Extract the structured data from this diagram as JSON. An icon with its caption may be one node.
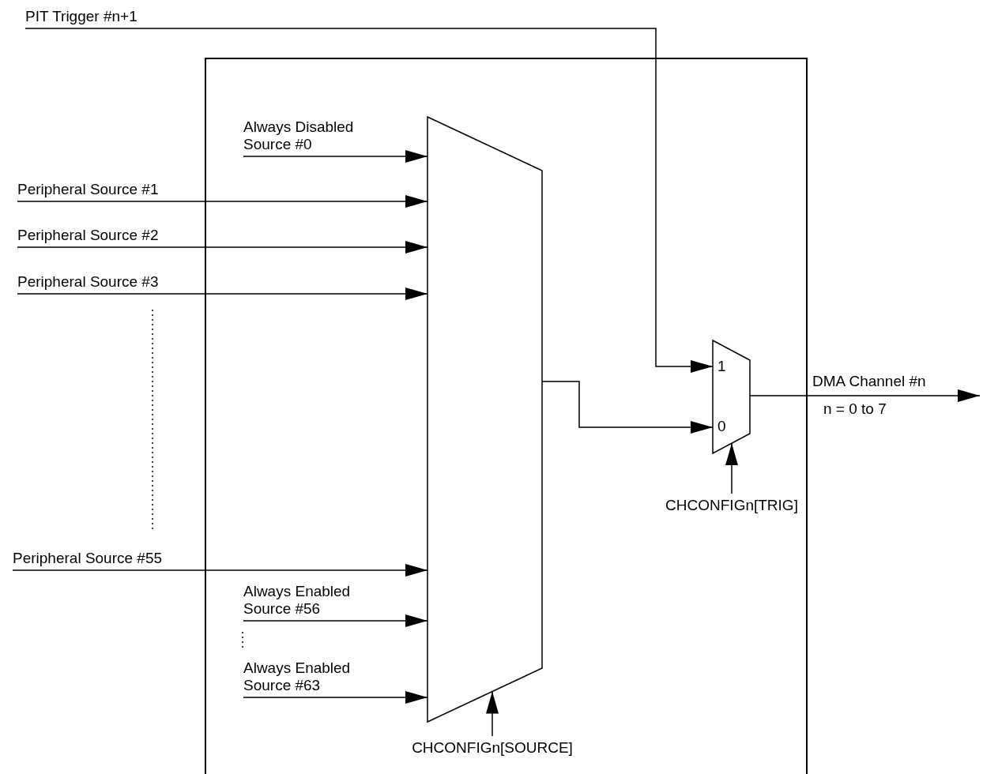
{
  "diagram": {
    "nodes": [
      {
        "text": [
          "PIT Trigger #n+1"
        ]
      },
      {
        "text": [],
        "shape": "box"
      },
      {
        "text": [],
        "shape": "trapezoid",
        "in": 1
      },
      {
        "text": [
          "Always Disabled Source #0"
        ],
        "in": 1
      },
      {
        "text": [
          "Peripheral Source #1"
        ]
      },
      {
        "text": [
          "Peripheral Source #2"
        ]
      },
      {
        "text": [
          "Peripheral Source #3"
        ]
      },
      {
        "text": [
          "Peripheral Source #55"
        ]
      },
      {
        "text": [
          "Always Enabled Source #56"
        ],
        "in": 1
      },
      {
        "text": [
          "Always Enabled Source #63"
        ],
        "in": 1
      },
      {
        "text": [
          "1",
          "0"
        ],
        "in": 1
      },
      {
        "text": [
          "CHCONFIGn[TRIG]"
        ],
        "in": 1
      },
      {
        "text": [
          "CHCONFIGn[SOURCE]"
        ],
        "in": 1
      }
    ],
    "edges": [
      {
        "from": 3,
        "to": 2,
        "arrow": "to"
      },
      {
        "from": 4,
        "to": 2,
        "arrow": "to"
      },
      {
        "from": 5,
        "to": 2,
        "arrow": "to"
      },
      {
        "from": 6,
        "to": 2,
        "arrow": "to"
      },
      {
        "from": 7,
        "to": 2,
        "arrow": "to"
      },
      {
        "from": 8,
        "to": 2,
        "arrow": "to"
      },
      {
        "from": 9,
        "to": 2,
        "arrow": "to"
      },
      {
        "from": 2,
        "to": 10,
        "arrow": "to"
      },
      {
        "from": 0,
        "to": 10,
        "arrow": "to"
      },
      {
        "from": 12,
        "to": 2,
        "arrow": "to"
      },
      {
        "from": 11,
        "to": 10,
        "arrow": "to"
      },
      {
        "from": 10,
        "to": null,
        "arrow": "to",
        "label": "DMA Channel #n"
      }
    ],
    "labels": [
      "n = 0 to 7"
    ]
  }
}
